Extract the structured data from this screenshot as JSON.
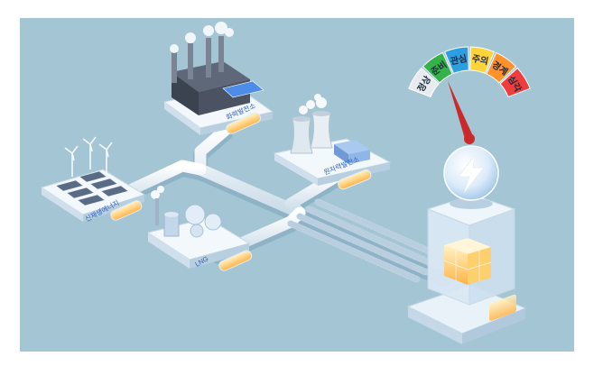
{
  "gauge": {
    "levels": [
      {
        "label": "정상",
        "color": "#e9ecef"
      },
      {
        "label": "준비",
        "color": "#35b24a"
      },
      {
        "label": "관심",
        "color": "#2b9fe0"
      },
      {
        "label": "주의",
        "color": "#ffd43b"
      },
      {
        "label": "경계",
        "color": "#ff922b"
      },
      {
        "label": "심각",
        "color": "#f03e3e"
      }
    ],
    "active_level": "준비",
    "needle_color": "#c92a2a"
  },
  "plants": {
    "coal": {
      "label": "화력발전소"
    },
    "nuclear": {
      "label": "원자력발전소"
    },
    "renewable": {
      "label": "신재생에너지"
    },
    "lng": {
      "label": "LNG"
    }
  },
  "colors": {
    "background": "#a3c5d4",
    "pipe": "#e8f1f8",
    "battery_glow": "#ffd86b",
    "accent_blue": "#3d7be0"
  },
  "icons": {
    "power_orb": "lightning-bolt-icon"
  }
}
